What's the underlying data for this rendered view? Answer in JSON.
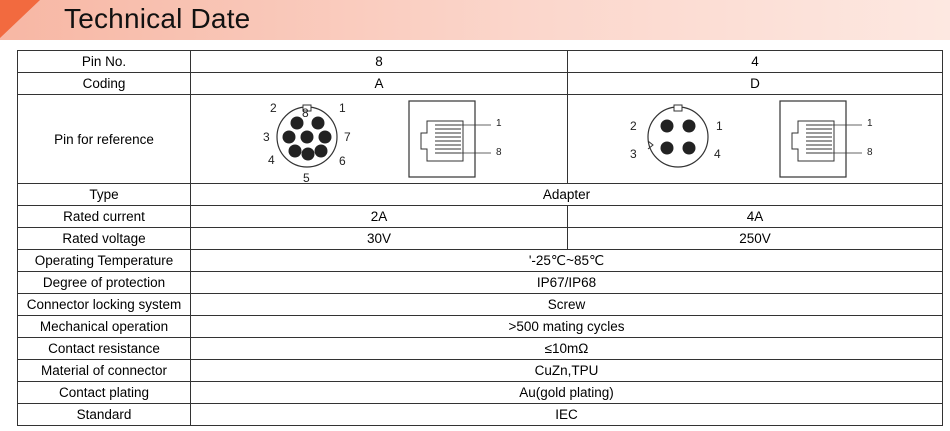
{
  "header": {
    "title": "Technical Date"
  },
  "rows": [
    {
      "label": "Pin No.",
      "col8": "8",
      "col4": "4"
    },
    {
      "label": "Coding",
      "col8": "A",
      "col4": "D"
    },
    {
      "label": "Pin for reference"
    },
    {
      "label": "Type",
      "value": "Adapter"
    },
    {
      "label": "Rated current",
      "col8": "2A",
      "col4": "4A"
    },
    {
      "label": "Rated voltage",
      "col8": "30V",
      "col4": "250V"
    },
    {
      "label": "Operating Temperature",
      "value": "'-25℃~85℃"
    },
    {
      "label": "Degree of protection",
      "value": "IP67/IP68"
    },
    {
      "label": "Connector locking system",
      "value": "Screw"
    },
    {
      "label": "Mechanical operation",
      "value": ">500 mating cycles"
    },
    {
      "label": "Contact resistance",
      "value": "≤10mΩ"
    },
    {
      "label": "Material of connector",
      "value": "CuZn,TPU"
    },
    {
      "label": "Contact plating",
      "value": "Au(gold plating)"
    },
    {
      "label": "Standard",
      "value": "IEC"
    }
  ],
  "pin_diagrams": {
    "m12_8pin_numbers": [
      "1",
      "2",
      "3",
      "4",
      "5",
      "6",
      "7",
      "8"
    ],
    "m12_4pin_numbers": [
      "1",
      "2",
      "3",
      "4"
    ],
    "rj45_first_pin": "1",
    "rj45_last_pin": "8"
  }
}
